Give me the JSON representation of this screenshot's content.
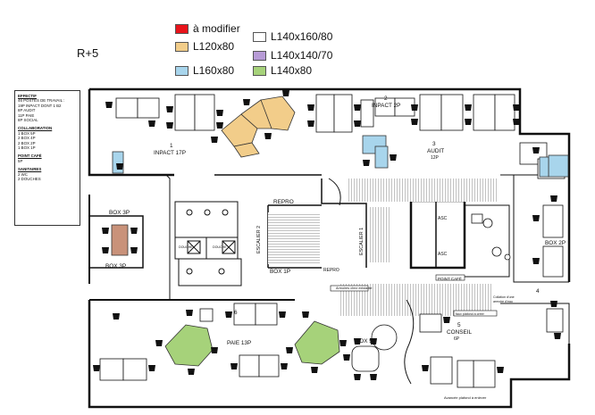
{
  "floor_label": "R+5",
  "legend": [
    {
      "label": "à modifier",
      "color": "#e8141b"
    },
    {
      "label": "L120x80",
      "color": "#f2cd8a"
    },
    {
      "label": "L160x80",
      "color": "#a8d5ec"
    },
    {
      "label": "L140x160/80",
      "color": "#ffffff"
    },
    {
      "label": "L140x140/70",
      "color": "#b79bd6"
    },
    {
      "label": "L140x80",
      "color": "#a6d27a"
    }
  ],
  "info": {
    "effectif_title": "EFFECTIF",
    "effectif_lines": [
      "46 POSTES DE TRAVAIL :",
      "19P INPACT DONT 1 B2",
      "8P AUDIT",
      "11P PAIE",
      "8P SOCIAL"
    ],
    "collab_title": "COLLABORATION",
    "collab_lines": [
      "1 BOX 5P",
      "2 BOX 4P",
      "2 BOX 2P",
      "1 BOX 1P"
    ],
    "cafe_title": "POINT CAFÉ",
    "cafe_lines": [
      "5P"
    ],
    "sanitaires_title": "SANITAIRES",
    "sanitaires_lines": [
      "2 WC",
      "2 DOUCHES"
    ]
  },
  "rooms": {
    "inpact17_num": "1",
    "inpact17_name": "INPACT 17P",
    "inpact2_num": "2",
    "inpact2_name": "INPACT 2P",
    "audit_num": "3",
    "audit_name": "AUDIT",
    "audit_sub": "12P",
    "box3p_top": "BOX 3P",
    "box3p_bottom": "BOX 3P",
    "repro": "REPRO",
    "escalier2": "ESCALIER 2",
    "escalier1": "ESCALIER 1",
    "box1p": "BOX 1P",
    "box2p": "BOX 2P",
    "room4": "4",
    "paie_num": "6",
    "paie_name": "PAIE 13P",
    "box5p": "BOX 5P",
    "conseil_num": "5",
    "conseil_name": "CONSEIL",
    "conseil_sub": "6P",
    "asc_a": "ASC",
    "asc_b": "ASC",
    "point_cafe": "POINT CAFÉ",
    "repro2": "REPRO",
    "douche_a": "DOUCHE",
    "douche_b": "DOUCHE"
  },
  "notes": {
    "armoires": "Armoires chez existante",
    "collation": "Collation d'une",
    "collation2": "armoire d'eau",
    "faux_plafond": "faux plafond à créer",
    "avancee": "Avancée plafond à enlever"
  }
}
